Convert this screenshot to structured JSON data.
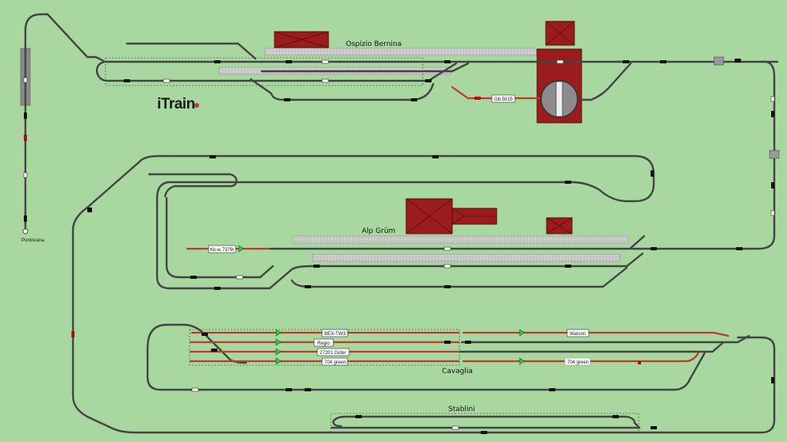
{
  "app": {
    "logo_text": "iTrain"
  },
  "stations": {
    "ospizio": "Ospizio Bernina",
    "alp_grum": "Alp Grüm",
    "cavaglia": "Cavaglia",
    "stablini": "Stablini",
    "pontresina": "Pontresina"
  },
  "train_tags": {
    "gb": "Gb 5015",
    "kk": "Kk-w 7379r",
    "bex": "BEX-TW3",
    "regio": "Regio",
    "guter": "27201 Güter",
    "grown1": "704 green",
    "watson": "Watson",
    "grown2": "704 green"
  },
  "colors": {
    "background": "#a8d8a0",
    "track": "#444444",
    "track_occupied": "#c0392b",
    "building": "#9b1c1c",
    "platform": "#c8c8c8"
  }
}
